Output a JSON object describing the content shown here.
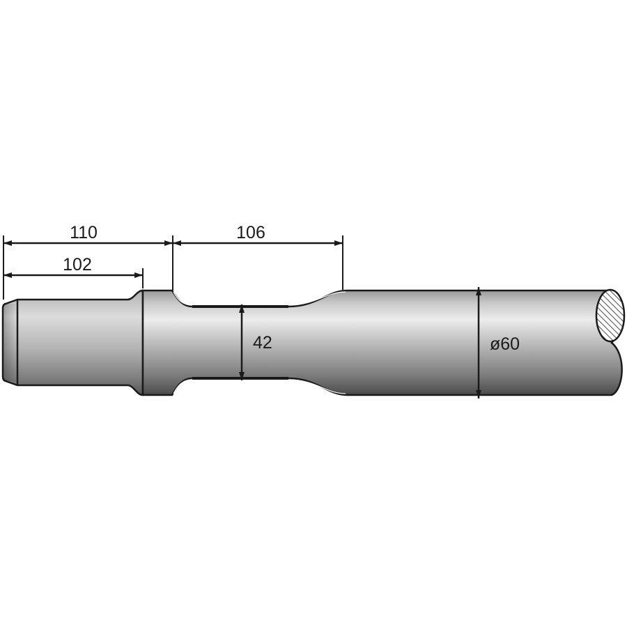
{
  "figure": {
    "subject": "hydraulic breaker chisel shank",
    "colors": {
      "background": "#ffffff",
      "outline": "#1a1a1a",
      "steel_light": "#e6e6e6",
      "steel_mid": "#a9a9a9",
      "steel_dark": "#4f4f4f"
    }
  },
  "dimensions": {
    "overall_shank_length": {
      "label": "110",
      "unit": "mm"
    },
    "shank_to_collar": {
      "label": "102",
      "unit": "mm"
    },
    "retainer_groove_length": {
      "label": "106",
      "unit": "mm"
    },
    "groove_diameter": {
      "label": "42",
      "unit": "mm"
    },
    "tool_diameter": {
      "label": "ø60",
      "unit": "mm"
    }
  }
}
